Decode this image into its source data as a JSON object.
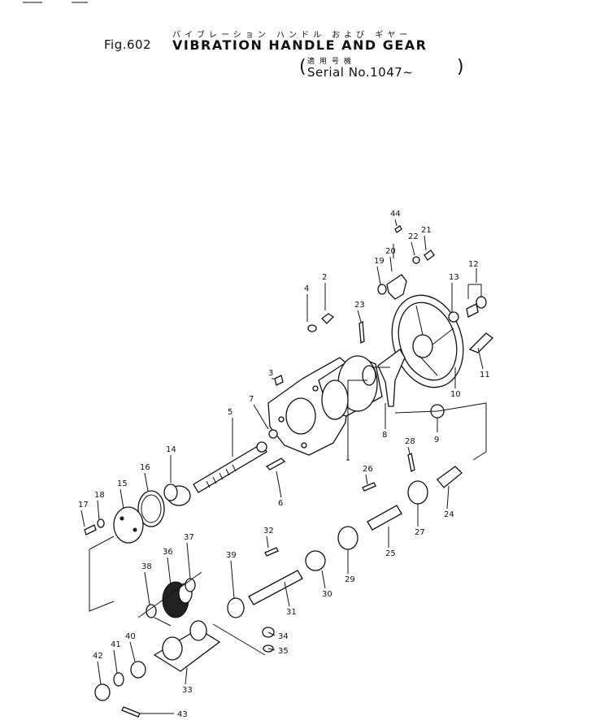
{
  "header": {
    "fig_label": "Fig.602",
    "title_jp": "バイブレーション ハンドル および ギヤー",
    "title_en": "VIBRATION HANDLE AND GEAR",
    "applicability_jp": "適用号機",
    "serial": "Serial No.1047~"
  },
  "callouts": [
    {
      "id": "c1",
      "label": "2"
    },
    {
      "id": "c2",
      "label": "3"
    },
    {
      "id": "c3",
      "label": "4"
    },
    {
      "id": "c4",
      "label": "5"
    },
    {
      "id": "c5",
      "label": "6"
    },
    {
      "id": "c6",
      "label": "7"
    },
    {
      "id": "c7",
      "label": "8"
    },
    {
      "id": "c8",
      "label": "9"
    },
    {
      "id": "c9",
      "label": "10"
    },
    {
      "id": "c10",
      "label": "11"
    },
    {
      "id": "c11",
      "label": "12"
    },
    {
      "id": "c12",
      "label": "13"
    },
    {
      "id": "c13",
      "label": "14"
    },
    {
      "id": "c14",
      "label": "15"
    },
    {
      "id": "c15",
      "label": "16"
    },
    {
      "id": "c16",
      "label": "17"
    },
    {
      "id": "c17",
      "label": "18"
    },
    {
      "id": "c18",
      "label": "19"
    },
    {
      "id": "c19",
      "label": "20"
    },
    {
      "id": "c20",
      "label": "21"
    },
    {
      "id": "c21",
      "label": "22"
    },
    {
      "id": "c22",
      "label": "23"
    },
    {
      "id": "c23",
      "label": "24"
    },
    {
      "id": "c24",
      "label": "25"
    },
    {
      "id": "c25",
      "label": "26"
    },
    {
      "id": "c26",
      "label": "27"
    },
    {
      "id": "c27",
      "label": "28"
    },
    {
      "id": "c28",
      "label": "29"
    },
    {
      "id": "c29",
      "label": "30"
    },
    {
      "id": "c30",
      "label": "31"
    },
    {
      "id": "c31",
      "label": "32"
    },
    {
      "id": "c32",
      "label": "33"
    },
    {
      "id": "c33",
      "label": "34"
    },
    {
      "id": "c34",
      "label": "35"
    },
    {
      "id": "c35",
      "label": "36"
    },
    {
      "id": "c36",
      "label": "37"
    },
    {
      "id": "c37",
      "label": "38"
    },
    {
      "id": "c38",
      "label": "39"
    },
    {
      "id": "c39",
      "label": "40"
    },
    {
      "id": "c40",
      "label": "41"
    },
    {
      "id": "c41",
      "label": "42"
    },
    {
      "id": "c42",
      "label": "43"
    },
    {
      "id": "c43",
      "label": "44"
    }
  ]
}
